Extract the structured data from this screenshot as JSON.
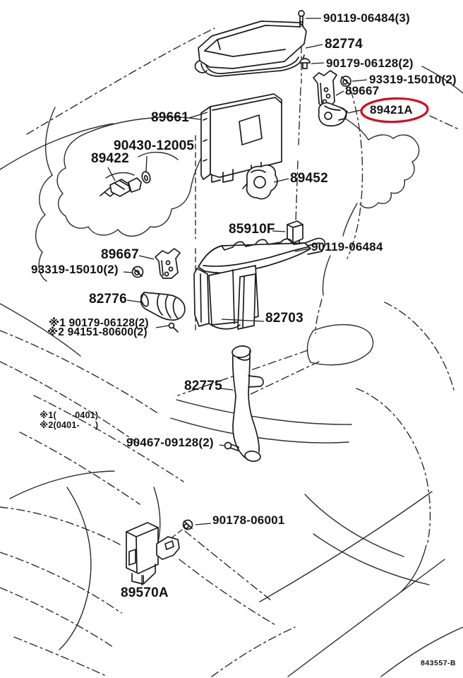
{
  "diagram": {
    "type": "exploded-parts-diagram",
    "drawing_number": "843557-B",
    "highlighted_part": "89421A",
    "highlight_color": "#cf1020",
    "line_color": "#1b1b1b",
    "background_color": "#ffffff"
  },
  "labels": [
    {
      "id": "90119-06484-3",
      "text": "90119-06484(3)"
    },
    {
      "id": "82774",
      "text": "82774"
    },
    {
      "id": "90179-06128-2",
      "text": "90179-06128(2)"
    },
    {
      "id": "93319-15010-2-top",
      "text": "93319-15010(2)"
    },
    {
      "id": "89667-top",
      "text": "89667"
    },
    {
      "id": "89421A",
      "text": "89421A"
    },
    {
      "id": "89661",
      "text": "89661"
    },
    {
      "id": "90430-12005",
      "text": "90430-12005"
    },
    {
      "id": "89422",
      "text": "89422"
    },
    {
      "id": "89452",
      "text": "89452"
    },
    {
      "id": "85910F",
      "text": "85910F"
    },
    {
      "id": "90119-06484",
      "text": "90119-06484"
    },
    {
      "id": "89667-mid",
      "text": "89667"
    },
    {
      "id": "93319-15010-2-mid",
      "text": "93319-15010(2)"
    },
    {
      "id": "82776",
      "text": "82776"
    },
    {
      "id": "90179-06128-2-alt",
      "text": "※1 90179-06128(2)"
    },
    {
      "id": "94151-80600-2-alt",
      "text": "※2 94151-80600(2)"
    },
    {
      "id": "82703",
      "text": "82703"
    },
    {
      "id": "82775",
      "text": "82775"
    },
    {
      "id": "legend-note-1",
      "text": "※1(      -0401)"
    },
    {
      "id": "legend-note-2",
      "text": "※2(0401-      )"
    },
    {
      "id": "90467-09128-2",
      "text": "90467-09128(2)"
    },
    {
      "id": "90178-06001",
      "text": "90178-06001"
    },
    {
      "id": "89570A",
      "text": "89570A"
    },
    {
      "id": "drawing-number",
      "text": "843557-B"
    }
  ]
}
